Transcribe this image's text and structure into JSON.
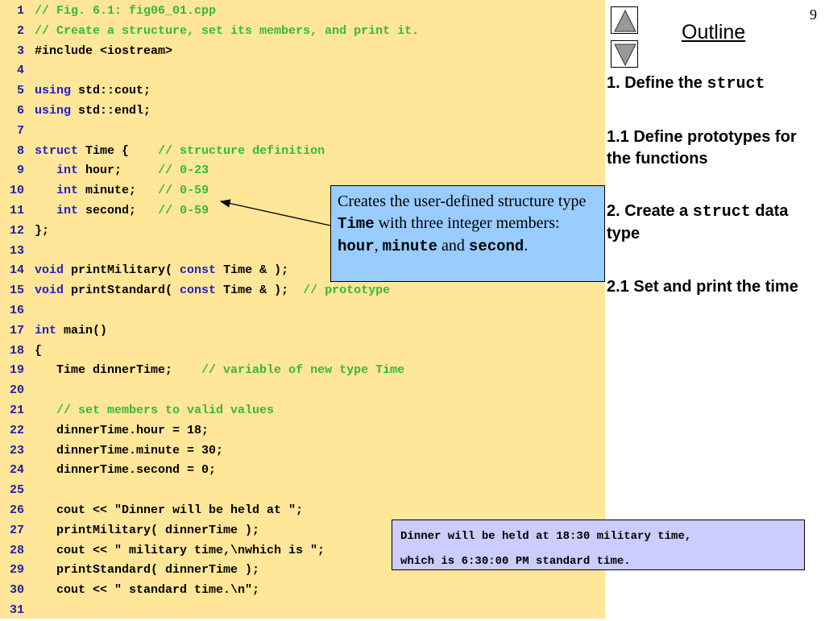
{
  "slide_number": "9",
  "outline": {
    "title": "Outline",
    "items": [
      {
        "parts": [
          {
            "text": "1. Define the ",
            "code": false
          },
          {
            "text": "struct",
            "code": true
          }
        ]
      },
      {
        "parts": [
          {
            "text": "1.1 Define prototypes for the functions",
            "code": false
          }
        ]
      },
      {
        "parts": [
          {
            "text": "2. Create a ",
            "code": false
          },
          {
            "text": "struct",
            "code": true
          },
          {
            "text": " data type",
            "code": false
          }
        ]
      },
      {
        "parts": [
          {
            "text": "2.1 Set and print the time",
            "code": false
          }
        ]
      }
    ]
  },
  "nav": {
    "up_icon": "triangle-up-icon",
    "down_icon": "triangle-down-icon"
  },
  "code_lines": [
    {
      "n": "1",
      "tokens": [
        {
          "t": "// Fig. 6.1: fig06_01.cpp",
          "c": "cm"
        }
      ]
    },
    {
      "n": "2",
      "tokens": [
        {
          "t": "// Create a structure, set its members, and print it.",
          "c": "cm"
        }
      ]
    },
    {
      "n": "3",
      "tokens": [
        {
          "t": "#include <iostream>",
          "c": ""
        }
      ]
    },
    {
      "n": "4",
      "tokens": []
    },
    {
      "n": "5",
      "tokens": [
        {
          "t": "using",
          "c": "kw"
        },
        {
          "t": " std::cout;",
          "c": ""
        }
      ]
    },
    {
      "n": "6",
      "tokens": [
        {
          "t": "using",
          "c": "kw"
        },
        {
          "t": " std::endl;",
          "c": ""
        }
      ]
    },
    {
      "n": "7",
      "tokens": []
    },
    {
      "n": "8",
      "tokens": [
        {
          "t": "struct",
          "c": "kw"
        },
        {
          "t": " Time {    ",
          "c": ""
        },
        {
          "t": "// structure definition",
          "c": "cm"
        }
      ]
    },
    {
      "n": "9",
      "tokens": [
        {
          "t": "   ",
          "c": ""
        },
        {
          "t": "int",
          "c": "kw"
        },
        {
          "t": " hour;     ",
          "c": ""
        },
        {
          "t": "// 0-23",
          "c": "cm"
        }
      ]
    },
    {
      "n": "10",
      "tokens": [
        {
          "t": "   ",
          "c": ""
        },
        {
          "t": "int",
          "c": "kw"
        },
        {
          "t": " minute;   ",
          "c": ""
        },
        {
          "t": "// 0-59",
          "c": "cm"
        }
      ]
    },
    {
      "n": "11",
      "tokens": [
        {
          "t": "   ",
          "c": ""
        },
        {
          "t": "int",
          "c": "kw"
        },
        {
          "t": " second;   ",
          "c": ""
        },
        {
          "t": "// 0-59",
          "c": "cm"
        }
      ]
    },
    {
      "n": "12",
      "tokens": [
        {
          "t": "};",
          "c": ""
        }
      ]
    },
    {
      "n": "13",
      "tokens": []
    },
    {
      "n": "14",
      "tokens": [
        {
          "t": "void",
          "c": "kw"
        },
        {
          "t": " printMilitary( ",
          "c": ""
        },
        {
          "t": "const",
          "c": "kw"
        },
        {
          "t": " Time & );",
          "c": ""
        }
      ]
    },
    {
      "n": "15",
      "tokens": [
        {
          "t": "void",
          "c": "kw"
        },
        {
          "t": " printStandard( ",
          "c": ""
        },
        {
          "t": "const",
          "c": "kw"
        },
        {
          "t": " Time & );  ",
          "c": ""
        },
        {
          "t": "// prototype",
          "c": "cm"
        }
      ]
    },
    {
      "n": "16",
      "tokens": []
    },
    {
      "n": "17",
      "tokens": [
        {
          "t": "int",
          "c": "kw"
        },
        {
          "t": " main()",
          "c": ""
        }
      ]
    },
    {
      "n": "18",
      "tokens": [
        {
          "t": "{",
          "c": ""
        }
      ]
    },
    {
      "n": "19",
      "tokens": [
        {
          "t": "   Time dinnerTime;    ",
          "c": ""
        },
        {
          "t": "// variable of new type Time",
          "c": "cm"
        }
      ]
    },
    {
      "n": "20",
      "tokens": []
    },
    {
      "n": "21",
      "tokens": [
        {
          "t": "   ",
          "c": ""
        },
        {
          "t": "// set members to valid values",
          "c": "cm"
        }
      ]
    },
    {
      "n": "22",
      "tokens": [
        {
          "t": "   dinnerTime.hour = 18;",
          "c": ""
        }
      ]
    },
    {
      "n": "23",
      "tokens": [
        {
          "t": "   dinnerTime.minute = 30;",
          "c": ""
        }
      ]
    },
    {
      "n": "24",
      "tokens": [
        {
          "t": "   dinnerTime.second = 0;",
          "c": ""
        }
      ]
    },
    {
      "n": "25",
      "tokens": []
    },
    {
      "n": "26",
      "tokens": [
        {
          "t": "   cout << \"Dinner will be held at \";",
          "c": ""
        }
      ]
    },
    {
      "n": "27",
      "tokens": [
        {
          "t": "   printMilitary( dinnerTime );",
          "c": ""
        }
      ]
    },
    {
      "n": "28",
      "tokens": [
        {
          "t": "   cout << \" military time,\\nwhich is \";",
          "c": ""
        }
      ]
    },
    {
      "n": "29",
      "tokens": [
        {
          "t": "   printStandard( dinnerTime );",
          "c": ""
        }
      ]
    },
    {
      "n": "30",
      "tokens": [
        {
          "t": "   cout << \" standard time.\\n\";",
          "c": ""
        }
      ]
    },
    {
      "n": "31",
      "tokens": []
    }
  ],
  "callout": {
    "parts": [
      {
        "text": "Creates the user-defined structure type ",
        "code": false
      },
      {
        "text": "Time",
        "code": true
      },
      {
        "text": " with three integer members: ",
        "code": false
      },
      {
        "text": "hour",
        "code": true
      },
      {
        "text": ",  ",
        "code": false
      },
      {
        "text": "minute",
        "code": true
      },
      {
        "text": " and ",
        "code": false
      },
      {
        "text": "second",
        "code": true
      },
      {
        "text": ".",
        "code": false
      }
    ]
  },
  "output": {
    "line1": "Dinner will be held at 18:30 military time,",
    "line2": "which is 6:30:00 PM standard time."
  },
  "colors": {
    "code_background": "#ffe699",
    "keyword": "#1f1fc8",
    "comment": "#33bb33",
    "line_number": "#1f1fa3",
    "callout_background": "#99ccff",
    "output_background": "#ccccff"
  }
}
